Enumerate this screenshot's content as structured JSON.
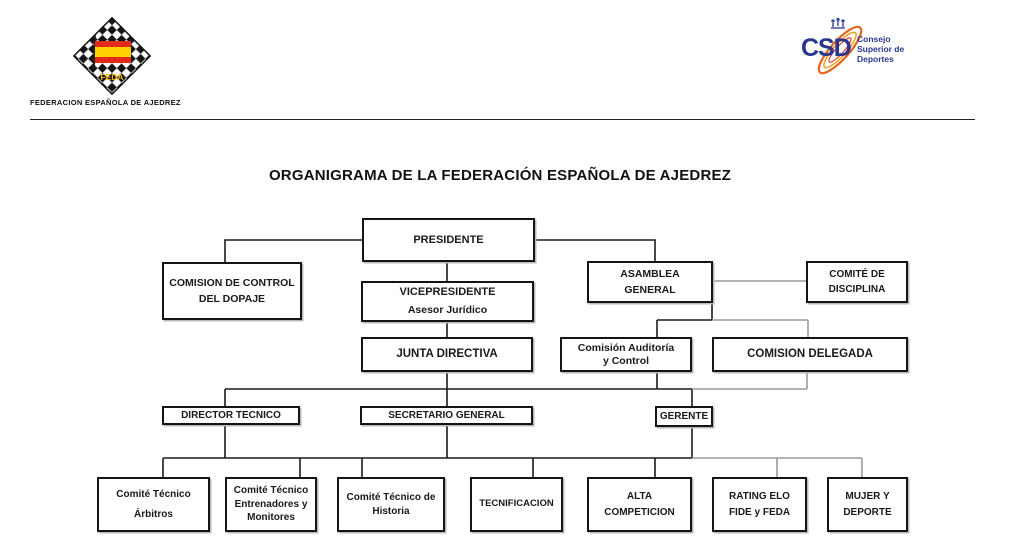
{
  "header": {
    "feda": {
      "icon": "feda-chess-diamond-logo",
      "monogram": "FEDA",
      "org_name": "FEDERACION ESPAÑOLA DE AJEDREZ",
      "flag_red": "#e02a1a",
      "flag_yellow": "#ffd200"
    },
    "csd": {
      "icon": "csd-logo",
      "acronym": "CSD",
      "lines": [
        "Consejo",
        "Superior de",
        "Deportes"
      ],
      "blue": "#28368f",
      "orange": "#e8641a"
    }
  },
  "title": "ORGANIGRAMA DE LA FEDERACIÓN ESPAÑOLA DE AJEDREZ",
  "nodes": {
    "presidente": {
      "lines": [
        "PRESIDENTE"
      ]
    },
    "dopaje": {
      "lines": [
        "COMISION DE CONTROL",
        "DEL DOPAJE"
      ]
    },
    "vicepresidente": {
      "lines": [
        "VICEPRESIDENTE",
        "Asesor Jurídico"
      ]
    },
    "asamblea": {
      "lines": [
        "ASAMBLEA",
        "GENERAL"
      ]
    },
    "disciplina": {
      "lines": [
        "COMITÉ DE",
        "DISCIPLINA"
      ]
    },
    "junta": {
      "lines": [
        "JUNTA DIRECTIVA"
      ]
    },
    "auditoria": {
      "lines": [
        "Comisión Auditoría",
        "y Control"
      ]
    },
    "delegada": {
      "lines": [
        "COMISION DELEGADA"
      ]
    },
    "director": {
      "lines": [
        "DIRECTOR TECNICO"
      ]
    },
    "secretario": {
      "lines": [
        "SECRETARIO GENERAL"
      ]
    },
    "gerente": {
      "lines": [
        "GERENTE"
      ]
    },
    "arbitros": {
      "lines": [
        "Comité Técnico",
        "Árbitros"
      ]
    },
    "entrenadores": {
      "lines": [
        "Comité Técnico",
        "Entrenadores y",
        "Monitores"
      ]
    },
    "historia": {
      "lines": [
        "Comité Técnico de",
        "Historia"
      ]
    },
    "tecnificacion": {
      "lines": [
        "TECNIFICACION"
      ]
    },
    "alta": {
      "lines": [
        "ALTA",
        "COMPETICION"
      ]
    },
    "rating": {
      "lines": [
        "RATING ELO",
        "FIDE y FEDA"
      ]
    },
    "mujer": {
      "lines": [
        "MUJER Y",
        "DEPORTE"
      ]
    }
  }
}
